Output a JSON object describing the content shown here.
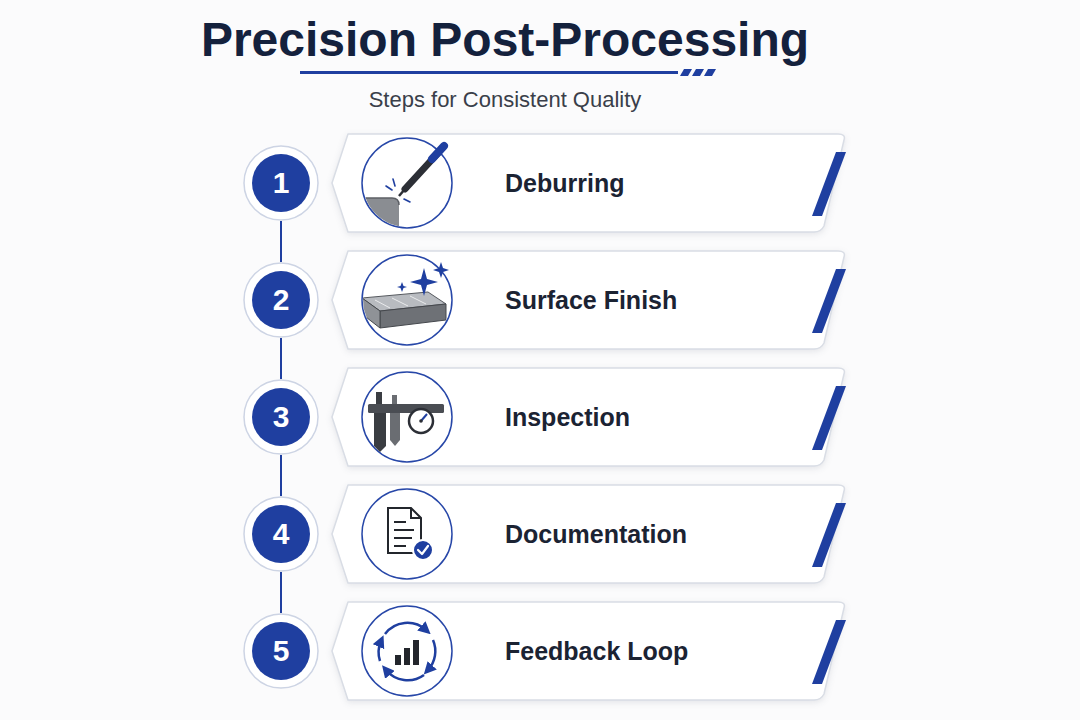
{
  "diagram": {
    "title": "Precision Post-Processing",
    "nodes": [
      {
        "text": [
          "1"
        ]
      },
      {
        "text": [
          "Deburring"
        ]
      },
      {
        "text": [
          "2"
        ]
      },
      {
        "text": [
          "Surface Finish"
        ]
      },
      {
        "text": [
          "3"
        ]
      },
      {
        "text": [
          "Inspection"
        ]
      },
      {
        "text": [
          "4"
        ]
      },
      {
        "text": [
          "Documentation"
        ]
      },
      {
        "text": [
          "5"
        ]
      },
      {
        "text": [
          "Feedback Loop"
        ]
      }
    ],
    "edges": [
      {
        "from": 0,
        "to": 2,
        "arrow": "none"
      },
      {
        "from": 2,
        "to": 4,
        "arrow": "none"
      },
      {
        "from": 4,
        "to": 6,
        "arrow": "none"
      },
      {
        "from": 6,
        "to": 8,
        "arrow": "none"
      }
    ],
    "labels": [
      "Steps for Consistent Quality"
    ]
  }
}
